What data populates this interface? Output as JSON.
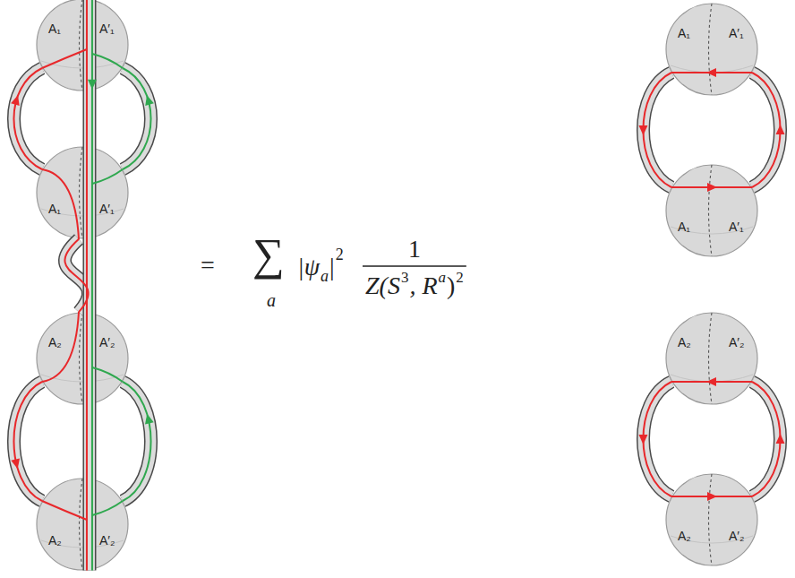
{
  "diagram": {
    "nodes": [
      {
        "text": [
          "A₁",
          "A′₁"
        ]
      },
      {
        "text": [
          "A₁",
          "A′₁"
        ]
      },
      {
        "text": [
          "A₂",
          "A′₂"
        ]
      },
      {
        "text": [
          "A₂",
          "A′₂"
        ]
      },
      {
        "text": [
          "A₁",
          "A′₁"
        ]
      },
      {
        "text": [
          "A₁",
          "A′₁"
        ]
      },
      {
        "text": [
          "A₂",
          "A′₂"
        ]
      },
      {
        "text": [
          "A₂",
          "A′₂"
        ]
      }
    ],
    "edges": [
      {
        "from": 0,
        "to": 1,
        "arrow": "none"
      },
      {
        "from": 0,
        "to": 1,
        "arrow": "none"
      },
      {
        "from": 1,
        "to": 2,
        "arrow": "none"
      },
      {
        "from": 0,
        "to": 3,
        "arrow": "none"
      },
      {
        "from": 2,
        "to": 3,
        "arrow": "none"
      },
      {
        "from": 2,
        "to": 3,
        "arrow": "none"
      },
      {
        "from": 4,
        "to": 5,
        "arrow": "none"
      },
      {
        "from": 4,
        "to": 5,
        "arrow": "none"
      },
      {
        "from": 6,
        "to": 7,
        "arrow": "none"
      },
      {
        "from": 6,
        "to": 7,
        "arrow": "none"
      }
    ],
    "labels": [
      "=",
      "∑",
      "a",
      "|ψ",
      "a",
      "|",
      "2",
      "1",
      "Z(S",
      "3",
      ", R",
      "a",
      ")",
      "2"
    ]
  }
}
